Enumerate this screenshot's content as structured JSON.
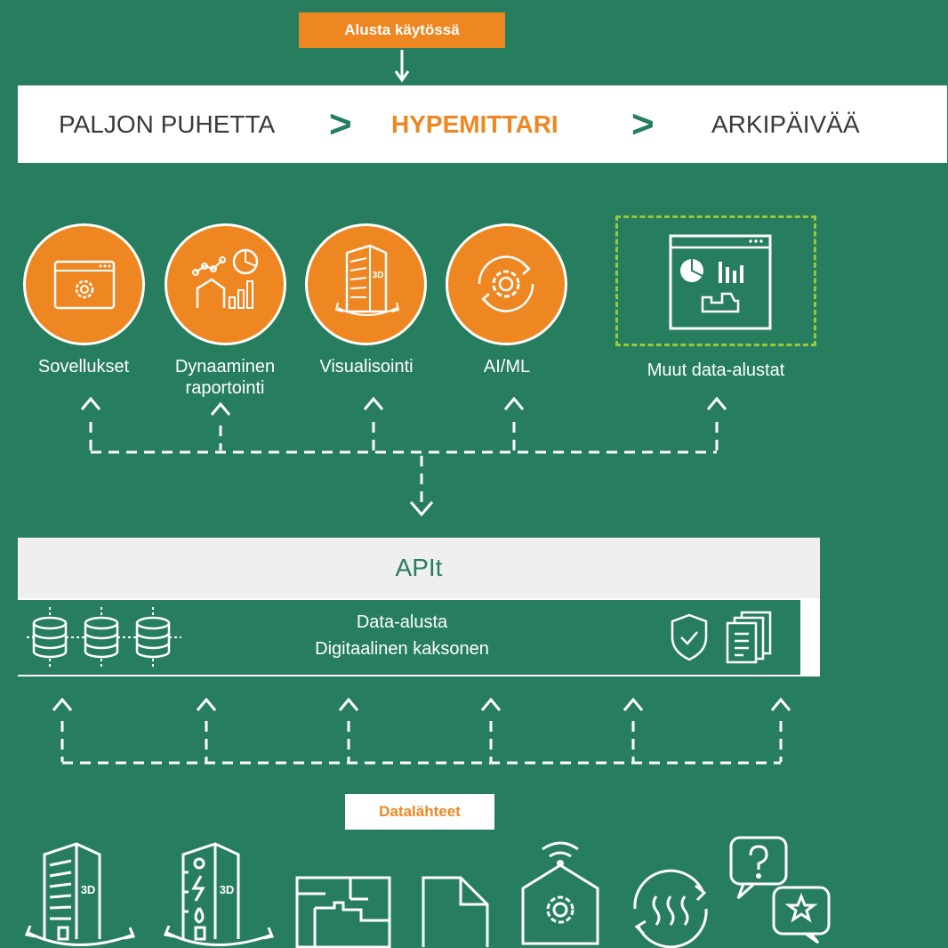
{
  "top_badge": "Alusta käytössä",
  "hype_scale": {
    "left": "PALJON PUHETTA",
    "separator": ">",
    "middle": "HYPEMITTARI",
    "right": "ARKIPÄIVÄÄ"
  },
  "tools": [
    {
      "label": "Sovellukset",
      "icon": "app-window-gear-icon"
    },
    {
      "label": "Dynaaminen raportointi",
      "icon": "report-chart-icon"
    },
    {
      "label": "Visualisointi",
      "icon": "building-3d-icon",
      "icon_text": "3D"
    },
    {
      "label": "AI/ML",
      "icon": "gear-cycle-icon"
    },
    {
      "label": "Muut data-alustat",
      "icon": "dashboard-window-icon"
    }
  ],
  "api": {
    "header": "APIt",
    "platform_line1": "Data-alusta",
    "platform_line2": "Digitaalinen kaksonen",
    "left_icons": "database-icons",
    "right_icons": [
      "shield-check-icon",
      "documents-icon"
    ]
  },
  "sources_badge": "Datalähteet",
  "sources": [
    {
      "icon": "building-3d-icon",
      "icon_text": "3D"
    },
    {
      "icon": "building-systems-3d-icon",
      "icon_text": "3D"
    },
    {
      "icon": "floor-plan-icon"
    },
    {
      "icon": "document-icon"
    },
    {
      "icon": "iot-house-icon"
    },
    {
      "icon": "heating-cycle-icon"
    },
    {
      "icon": "feedback-bubbles-icon"
    }
  ],
  "colors": {
    "background": "#277e5f",
    "accent": "#ee8722",
    "white": "#ffffff",
    "dashed_box": "#9bc53d"
  }
}
